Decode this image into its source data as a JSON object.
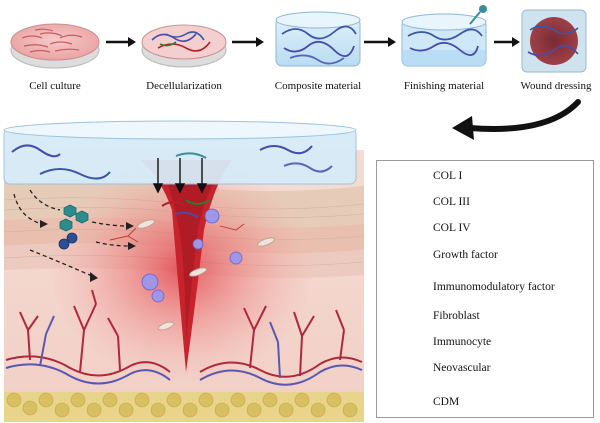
{
  "process": {
    "steps": [
      {
        "label": "Cell culture",
        "icon": "petri-dish-cells-icon"
      },
      {
        "label": "Decellularization",
        "icon": "petri-dish-matrix-icon"
      },
      {
        "label": "Composite material",
        "icon": "composite-scaffold-icon"
      },
      {
        "label": "Finishing material",
        "icon": "finishing-scaffold-icon"
      },
      {
        "label": "Wound dressing",
        "icon": "wound-dressing-icon"
      }
    ]
  },
  "legend": {
    "items": [
      {
        "label": "COL I",
        "icon": "col-i-fiber-icon",
        "color": "#b3202a"
      },
      {
        "label": "COL III",
        "icon": "col-iii-fiber-icon",
        "color": "#4a4aa8"
      },
      {
        "label": "COL IV",
        "icon": "col-iv-fiber-icon",
        "color": "#2f7a2f"
      },
      {
        "label": "Growth factor",
        "icon": "growth-factor-icon",
        "color": "#2a8c8c"
      },
      {
        "label": "Immunomodulatory factor",
        "icon": "immunomodulatory-factor-icon",
        "color": "#2c4f93"
      },
      {
        "label": "Fibroblast",
        "icon": "fibroblast-icon",
        "color": "#e3c2b4"
      },
      {
        "label": "Immunocyte",
        "icon": "immunocyte-icon",
        "color": "#8f86e0"
      },
      {
        "label": "Neovascular",
        "icon": "neovascular-icon",
        "color": "#c0392b"
      },
      {
        "label": "CDM",
        "icon": "cdm-icon",
        "color": "#3d57a8"
      }
    ]
  }
}
